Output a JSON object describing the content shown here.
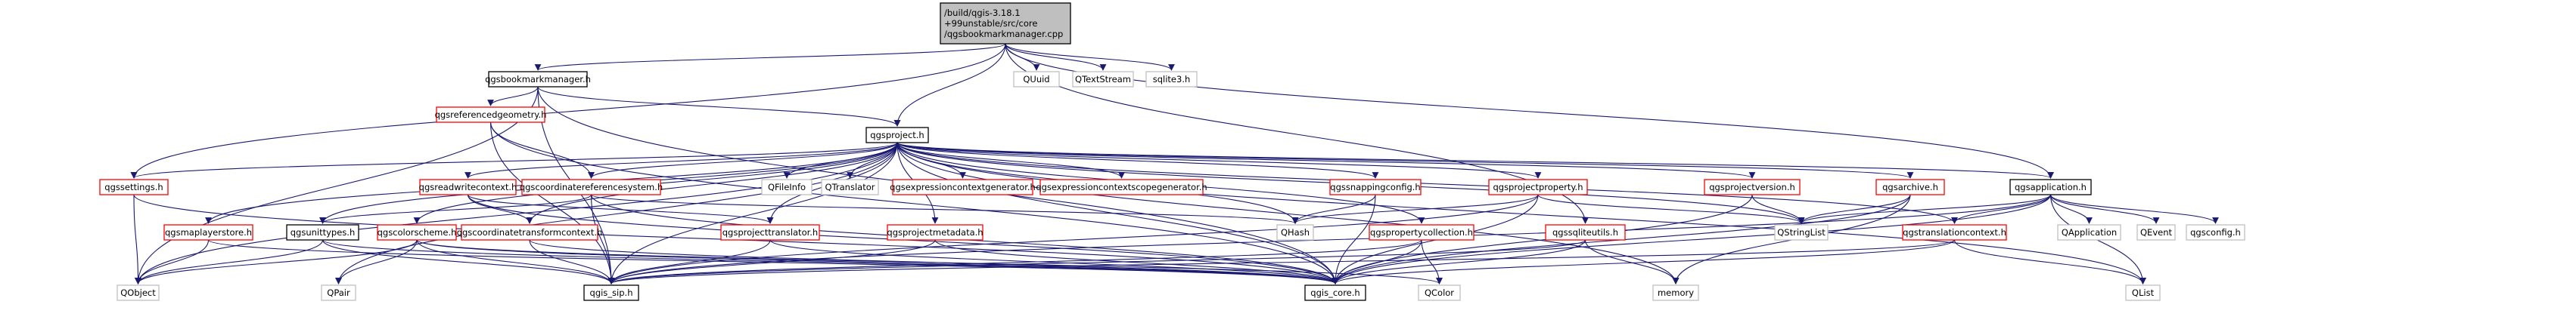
{
  "colors": {
    "edge": "#191970",
    "edge_light": "#a9a9a9",
    "root_fill": "#bfbfbf",
    "border_default": "#000000",
    "border_linked": "#ff0000",
    "border_external": "#bfbfbf"
  },
  "root": {
    "id": "root",
    "lines": [
      "/build/qgis-3.18.1",
      "+99unstable/src/core",
      "/qgsbookmarkmanager.cpp"
    ]
  },
  "nodes": [
    {
      "id": "root",
      "label": "/build/qgis-3.18.1\n+99unstable/src/core\n/qgsbookmarkmanager.cpp",
      "kind": "root"
    },
    {
      "id": "qgsbookmarkmanager_h",
      "label": "qgsbookmarkmanager.h",
      "kind": "default"
    },
    {
      "id": "quuid",
      "label": "QUuid",
      "kind": "external"
    },
    {
      "id": "qtextstream",
      "label": "QTextStream",
      "kind": "external"
    },
    {
      "id": "sqlite3_h",
      "label": "sqlite3.h",
      "kind": "external"
    },
    {
      "id": "qgsreferencedgeometry_h",
      "label": "qgsreferencedgeometry.h",
      "kind": "linked"
    },
    {
      "id": "qgsproject_h",
      "label": "qgsproject.h",
      "kind": "default"
    },
    {
      "id": "qgssettings_h",
      "label": "qgssettings.h",
      "kind": "linked"
    },
    {
      "id": "qgsreadwritecontext_h",
      "label": "qgsreadwritecontext.h",
      "kind": "linked"
    },
    {
      "id": "qgscoordinatereferencesystem_h",
      "label": "qgscoordinatereferencesystem.h",
      "kind": "linked"
    },
    {
      "id": "qfileinfo",
      "label": "QFileInfo",
      "kind": "external"
    },
    {
      "id": "qtranslator",
      "label": "QTranslator",
      "kind": "external"
    },
    {
      "id": "qgsexpressioncontextgenerator_h",
      "label": "qgsexpressioncontextgenerator.h",
      "kind": "linked"
    },
    {
      "id": "qgsexpressioncontextscopegenerator_h",
      "label": "qgsexpressioncontextscopegenerator.h",
      "kind": "linked"
    },
    {
      "id": "qgssnappingconfig_h",
      "label": "qgssnappingconfig.h",
      "kind": "linked"
    },
    {
      "id": "qgsprojectproperty_h",
      "label": "qgsprojectproperty.h",
      "kind": "linked"
    },
    {
      "id": "qgsprojectversion_h",
      "label": "qgsprojectversion.h",
      "kind": "linked"
    },
    {
      "id": "qgsarchive_h",
      "label": "qgsarchive.h",
      "kind": "linked"
    },
    {
      "id": "qgsapplication_h",
      "label": "qgsapplication.h",
      "kind": "default"
    },
    {
      "id": "qgsmaplayerstore_h",
      "label": "qgsmaplayerstore.h",
      "kind": "linked"
    },
    {
      "id": "qgsunittypes_h",
      "label": "qgsunittypes.h",
      "kind": "default"
    },
    {
      "id": "qgscolorscheme_h",
      "label": "qgscolorscheme.h",
      "kind": "linked"
    },
    {
      "id": "qgscoordinatetransformcontext_h",
      "label": "qgscoordinatetransformcontext.h",
      "kind": "linked"
    },
    {
      "id": "qgsprojecttranslator_h",
      "label": "qgsprojecttranslator.h",
      "kind": "linked"
    },
    {
      "id": "qgsprojectmetadata_h",
      "label": "qgsprojectmetadata.h",
      "kind": "linked"
    },
    {
      "id": "qhash",
      "label": "QHash",
      "kind": "external"
    },
    {
      "id": "qgspropertycollection_h",
      "label": "qgspropertycollection.h",
      "kind": "linked"
    },
    {
      "id": "qgssqliteutils_h",
      "label": "qgssqliteutils.h",
      "kind": "linked"
    },
    {
      "id": "qstringlist",
      "label": "QStringList",
      "kind": "external"
    },
    {
      "id": "qgstranslationcontext_h",
      "label": "qgstranslationcontext.h",
      "kind": "linked"
    },
    {
      "id": "qapplication",
      "label": "QApplication",
      "kind": "external"
    },
    {
      "id": "qevent",
      "label": "QEvent",
      "kind": "external"
    },
    {
      "id": "qgsconfig_h",
      "label": "qgsconfig.h",
      "kind": "external"
    },
    {
      "id": "qobject",
      "label": "QObject",
      "kind": "external"
    },
    {
      "id": "qpair",
      "label": "QPair",
      "kind": "external"
    },
    {
      "id": "qgis_sip_h",
      "label": "qgis_sip.h",
      "kind": "default"
    },
    {
      "id": "qgis_core_h",
      "label": "qgis_core.h",
      "kind": "default"
    },
    {
      "id": "qcolor",
      "label": "QColor",
      "kind": "external"
    },
    {
      "id": "memory",
      "label": "memory",
      "kind": "external"
    },
    {
      "id": "qlist",
      "label": "QList",
      "kind": "external"
    }
  ],
  "edges": [
    [
      "root",
      "qgsbookmarkmanager_h"
    ],
    [
      "root",
      "quuid"
    ],
    [
      "root",
      "qtextstream"
    ],
    [
      "root",
      "sqlite3_h"
    ],
    [
      "root",
      "qgsproject_h"
    ],
    [
      "root",
      "qgssettings_h"
    ],
    [
      "root",
      "qgssqliteutils_h"
    ],
    [
      "root",
      "qgsapplication_h"
    ],
    [
      "qgsbookmarkmanager_h",
      "qgsreferencedgeometry_h"
    ],
    [
      "qgsbookmarkmanager_h",
      "qgsproject_h"
    ],
    [
      "qgsbookmarkmanager_h",
      "qgis_core_h"
    ],
    [
      "qgsbookmarkmanager_h",
      "qobject"
    ],
    [
      "qgsbookmarkmanager_h",
      "qgis_sip_h"
    ],
    [
      "qgsreferencedgeometry_h",
      "qgscoordinatereferencesystem_h"
    ],
    [
      "qgsreferencedgeometry_h",
      "qgis_core_h"
    ],
    [
      "qgsreferencedgeometry_h",
      "qgis_sip_h"
    ],
    [
      "qgsproject_h",
      "qgsreadwritecontext_h"
    ],
    [
      "qgsproject_h",
      "qgscoordinatereferencesystem_h"
    ],
    [
      "qgsproject_h",
      "qfileinfo"
    ],
    [
      "qgsproject_h",
      "qtranslator"
    ],
    [
      "qgsproject_h",
      "qgsexpressioncontextgenerator_h"
    ],
    [
      "qgsproject_h",
      "qgsexpressioncontextscopegenerator_h"
    ],
    [
      "qgsproject_h",
      "qgssnappingconfig_h"
    ],
    [
      "qgsproject_h",
      "qgsprojectproperty_h"
    ],
    [
      "qgsproject_h",
      "qgsprojectversion_h"
    ],
    [
      "qgsproject_h",
      "qgsarchive_h"
    ],
    [
      "qgsproject_h",
      "qgsapplication_h"
    ],
    [
      "qgsproject_h",
      "qgsmaplayerstore_h"
    ],
    [
      "qgsproject_h",
      "qgsunittypes_h"
    ],
    [
      "qgsproject_h",
      "qgscolorscheme_h"
    ],
    [
      "qgsproject_h",
      "qgscoordinatetransformcontext_h"
    ],
    [
      "qgsproject_h",
      "qgsprojecttranslator_h"
    ],
    [
      "qgsproject_h",
      "qgsprojectmetadata_h"
    ],
    [
      "qgsproject_h",
      "qhash"
    ],
    [
      "qgsproject_h",
      "qgspropertycollection_h"
    ],
    [
      "qgsproject_h",
      "qgssettings_h"
    ],
    [
      "qgsproject_h",
      "qgstranslationcontext_h"
    ],
    [
      "qgsproject_h",
      "qgis_core_h"
    ],
    [
      "qgsproject_h",
      "qgis_sip_h"
    ],
    [
      "qgsproject_h",
      "qobject"
    ],
    [
      "qgsproject_h",
      "qpair"
    ],
    [
      "qgsproject_h",
      "qstringlist"
    ],
    [
      "qgsproject_h",
      "qlist"
    ],
    [
      "qgsproject_h",
      "memory"
    ],
    [
      "qgssettings_h",
      "qgis_core_h"
    ],
    [
      "qgssettings_h",
      "qobject"
    ],
    [
      "qgsreadwritecontext_h",
      "qgsprojecttranslator_h"
    ],
    [
      "qgsreadwritecontext_h",
      "qgscoordinatetransformcontext_h"
    ],
    [
      "qgsreadwritecontext_h",
      "qgis_core_h"
    ],
    [
      "qgscoordinatereferencesystem_h",
      "qgsunittypes_h"
    ],
    [
      "qgscoordinatereferencesystem_h",
      "qhash"
    ],
    [
      "qgscoordinatereferencesystem_h",
      "qgis_core_h"
    ],
    [
      "qgscoordinatereferencesystem_h",
      "qgis_sip_h"
    ],
    [
      "qgscoordinatereferencesystem_h",
      "qgsprojectionfactors_dummy"
    ],
    [
      "qgssnappingconfig_h",
      "qhash"
    ],
    [
      "qgssnappingconfig_h",
      "qgis_core_h"
    ],
    [
      "qgsprojectproperty_h",
      "qstringlist"
    ],
    [
      "qgsprojectproperty_h",
      "qgis_core_h"
    ],
    [
      "qgsprojectproperty_h",
      "qhash"
    ],
    [
      "qgsprojectproperty_h",
      "qgis_sip_h"
    ],
    [
      "qgsprojectversion_h",
      "qstringlist"
    ],
    [
      "qgsprojectversion_h",
      "qgis_core_h"
    ],
    [
      "qgsarchive_h",
      "qgis_core_h"
    ],
    [
      "qgsarchive_h",
      "memory"
    ],
    [
      "qgsarchive_h",
      "qstringlist"
    ],
    [
      "qgsapplication_h",
      "qapplication"
    ],
    [
      "qgsapplication_h",
      "qevent"
    ],
    [
      "qgsapplication_h",
      "qgsconfig_h"
    ],
    [
      "qgsapplication_h",
      "qstringlist"
    ],
    [
      "qgsapplication_h",
      "qgstranslationcontext_h"
    ],
    [
      "qgsapplication_h",
      "qgis_core_h"
    ],
    [
      "qgsapplication_h",
      "qgis_sip_h"
    ],
    [
      "qgsapplication_h",
      "qlist"
    ],
    [
      "qgsmaplayerstore_h",
      "qobject"
    ],
    [
      "qgsmaplayerstore_h",
      "qgis_core_h"
    ],
    [
      "qgsunittypes_h",
      "qgis_sip_h"
    ],
    [
      "qgsunittypes_h",
      "qgis_core_h"
    ],
    [
      "qgsunittypes_h",
      "qobject"
    ],
    [
      "qgscolorscheme_h",
      "qgis_sip_h"
    ],
    [
      "qgscolorscheme_h",
      "qgis_core_h"
    ],
    [
      "qgscolorscheme_h",
      "qcolor"
    ],
    [
      "qgscolorscheme_h",
      "qpair"
    ],
    [
      "qgscolorscheme_h",
      "qobject"
    ],
    [
      "qgscoordinatetransformcontext_h",
      "qgis_sip_h"
    ],
    [
      "qgscoordinatetransformcontext_h",
      "qgis_core_h"
    ],
    [
      "qgsprojecttranslator_h",
      "qgis_sip_h"
    ],
    [
      "qgsprojecttranslator_h",
      "qgis_core_h"
    ],
    [
      "qgsprojectmetadata_h",
      "qgis_sip_h"
    ],
    [
      "qgsprojectmetadata_h",
      "qgis_core_h"
    ],
    [
      "qgspropertycollection_h",
      "qgis_core_h"
    ],
    [
      "qgspropertycollection_h",
      "qcolor"
    ],
    [
      "qgspropertycollection_h",
      "qgis_sip_h"
    ],
    [
      "qgssqliteutils_h",
      "qgis_core_h"
    ],
    [
      "qgssqliteutils_h",
      "qgis_sip_h"
    ],
    [
      "qgssqliteutils_h",
      "memory"
    ],
    [
      "qgstranslationcontext_h",
      "qgis_core_h"
    ],
    [
      "qgstranslationcontext_h",
      "qlist"
    ],
    [
      "qgstranslationcontext_h",
      "qgis_sip_h"
    ]
  ]
}
